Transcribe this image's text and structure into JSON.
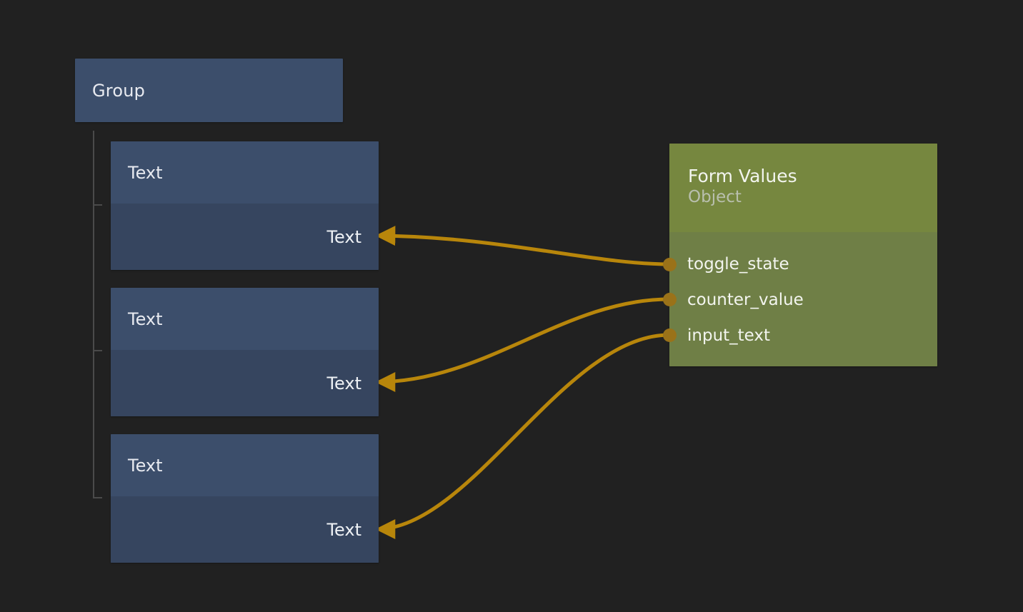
{
  "canvas": {
    "background_color": "#212121",
    "edge_color": "#b8860b",
    "port_color": "#9a7219",
    "tree_line_color": "#4a4a4a"
  },
  "group_node": {
    "title": "Group",
    "header_color": "#3c4e6b"
  },
  "text_nodes": [
    {
      "header_label": "Text",
      "body_label": "Text",
      "header_color": "#3c4e6b",
      "body_color": "#36455f"
    },
    {
      "header_label": "Text",
      "body_label": "Text",
      "header_color": "#3c4e6b",
      "body_color": "#36455f"
    },
    {
      "header_label": "Text",
      "body_label": "Text",
      "header_color": "#3c4e6b",
      "body_color": "#36455f"
    }
  ],
  "object_node": {
    "title": "Form Values",
    "subtitle": "Object",
    "header_color": "#76873f",
    "body_color": "#6f7f46",
    "properties": [
      {
        "name": "toggle_state"
      },
      {
        "name": "counter_value"
      },
      {
        "name": "input_text"
      }
    ]
  },
  "connections": [
    {
      "from_port": "toggle_state",
      "to_node": "text-node-1",
      "color": "#b8860b"
    },
    {
      "from_port": "counter_value",
      "to_node": "text-node-2",
      "color": "#b8860b"
    },
    {
      "from_port": "input_text",
      "to_node": "text-node-3",
      "color": "#b8860b"
    }
  ]
}
